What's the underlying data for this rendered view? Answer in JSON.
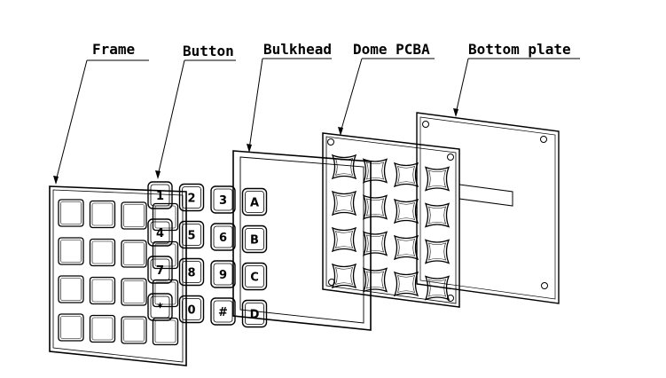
{
  "diagram": {
    "labels": {
      "frame": "Frame",
      "button": "Button",
      "bulkhead": "Bulkhead",
      "dome_pcba": "Dome PCBA",
      "bottom_plate": "Bottom plate"
    },
    "keypad": {
      "rows": 4,
      "cols": 4,
      "keys": [
        "1",
        "2",
        "3",
        "A",
        "4",
        "5",
        "6",
        "B",
        "7",
        "8",
        "9",
        "C",
        "*",
        "0",
        "#",
        "D"
      ]
    }
  }
}
